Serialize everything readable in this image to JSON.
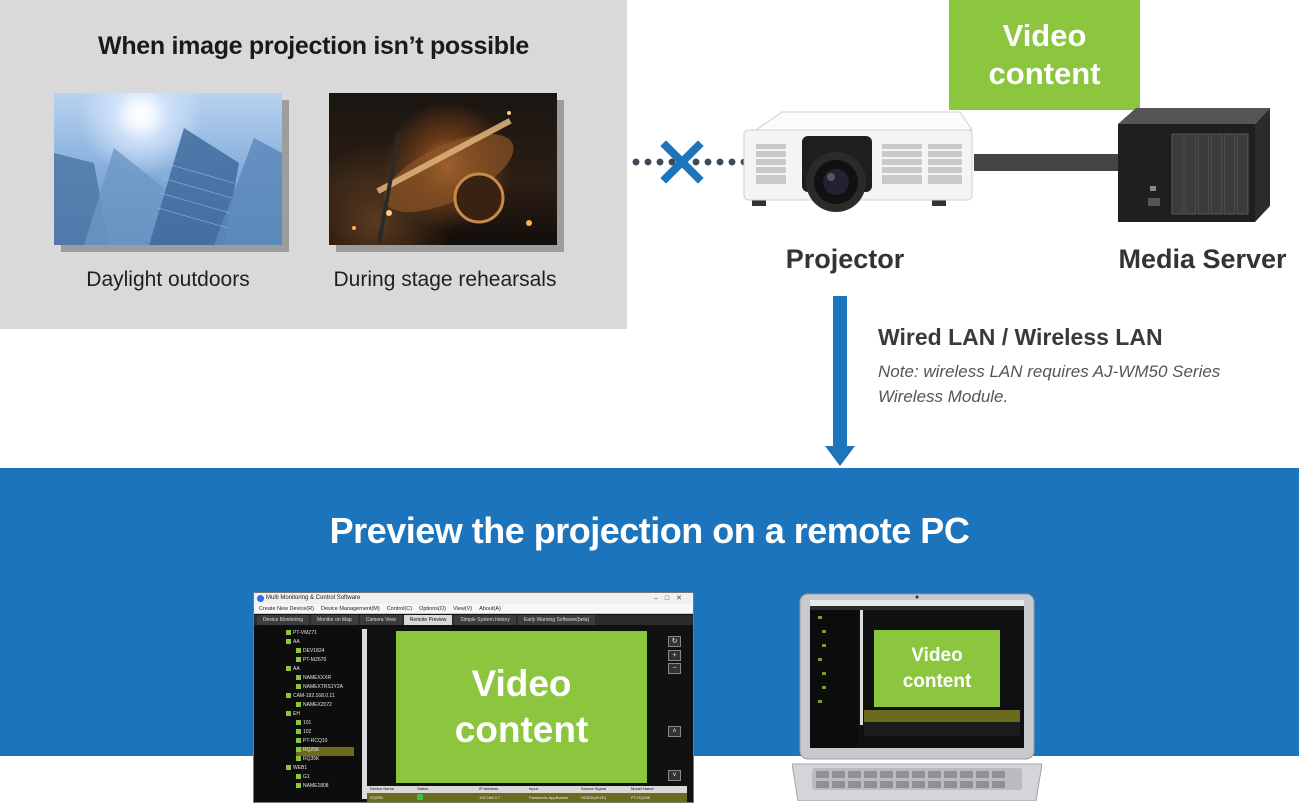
{
  "top_panel": {
    "title": "When image projection isn’t possible",
    "photos": [
      {
        "caption": "Daylight outdoors"
      },
      {
        "caption": "During stage rehearsals"
      }
    ]
  },
  "video_content_label": "Video content",
  "devices": {
    "projector_label": "Projector",
    "media_server_label": "Media Server"
  },
  "connection": {
    "title": "Wired LAN / Wireless LAN",
    "note": "Note: wireless LAN requires AJ-WM50 Series Wireless Module."
  },
  "band": {
    "title": "Preview the projection on a remote PC"
  },
  "software": {
    "window_title": "Multi Monitoring & Control Software",
    "menu": [
      "Create New Device(R)",
      "Device Management(M)",
      "Control(C)",
      "Options(O)",
      "View(V)",
      "About(A)"
    ],
    "tabs": [
      "Device Monitoring",
      "Monitor on Map",
      "Camera View",
      "Remote Preview",
      "Simple System history",
      "Early Warning Software(beta)"
    ],
    "active_tab": "Remote Preview",
    "tree": [
      "PT-VMZ71",
      "AA",
      "DEV1824",
      "PT-MZ670",
      "AA",
      "NAMEXXXR",
      "NAMEXTRS1Y2A",
      "CAM-192.168.0.11",
      "NAMEX2072",
      "EH",
      "101",
      "102",
      "PT-RCQ10",
      "RQ25K",
      "RQ35K",
      "WEB1",
      "G1",
      "NAME1808"
    ],
    "preview_text": "Video content",
    "table_headers": [
      "Device Name",
      "Status",
      "IP Address",
      "Input",
      "Source Signal",
      "Model Name"
    ],
    "table_row": [
      "RQ25K",
      "",
      "192.168.0.7",
      "Panasonic Application",
      "HDSDI(4K2K)",
      "PT-RQ25K"
    ]
  },
  "laptop": {
    "preview_text": "Video content"
  },
  "colors": {
    "video_green": "#8cc63f",
    "band_blue": "#1c75bc",
    "panel_gray": "#d9d9d9",
    "cross_blue": "#1c75bc"
  }
}
